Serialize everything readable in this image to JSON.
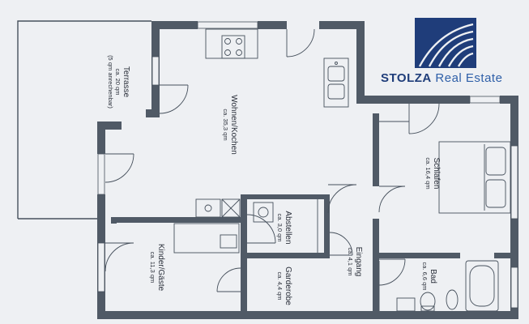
{
  "brand": {
    "name_bold": "STOLZA",
    "name_rest": " Real Estate",
    "color_dark": "#1f3d7a",
    "color_accent": "#2e5fa8"
  },
  "rooms": {
    "terrasse": {
      "name": "Terrasse",
      "area": "ca. 20 qm",
      "note": "(5 qm anrechenbar)"
    },
    "wohnen": {
      "name": "Wohnen/Kochen",
      "area": "ca. 35,3 qm"
    },
    "schlafen": {
      "name": "Schlafen",
      "area": "ca. 16,4 qm"
    },
    "abstellen": {
      "name": "Abstellen",
      "area": "ca. 3,0 qm"
    },
    "kinder": {
      "name": "Kinder/Gäste",
      "area": "ca. 11,3 qm"
    },
    "garderobe": {
      "name": "Garderobe",
      "area": "ca. 4,4 qm"
    },
    "eingang": {
      "name": "Eingang",
      "area": "ca. 4,1 qm"
    },
    "bad": {
      "name": "Bad",
      "area": "ca. 6,6 qm"
    }
  },
  "colors": {
    "wall": "#505a66",
    "line": "#46505c",
    "background": "#eef0f3"
  }
}
